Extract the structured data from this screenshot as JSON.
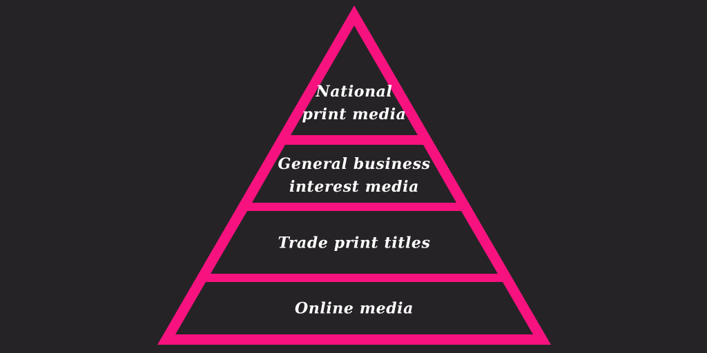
{
  "colors": {
    "background": "#262326",
    "accent": "#F8127F",
    "text": "#FFFFFF"
  },
  "pyramid": {
    "type": "pyramid-diagram",
    "tier_count": 4,
    "tiers": [
      {
        "rank": 1,
        "label": "National print media",
        "lines": [
          "National",
          "print media"
        ]
      },
      {
        "rank": 2,
        "label": "General business interest media",
        "lines": [
          "General business",
          "interest media"
        ]
      },
      {
        "rank": 3,
        "label": "Trade print titles",
        "lines": [
          "Trade print titles"
        ]
      },
      {
        "rank": 4,
        "label": "Online media",
        "lines": [
          "Online media"
        ]
      }
    ]
  }
}
